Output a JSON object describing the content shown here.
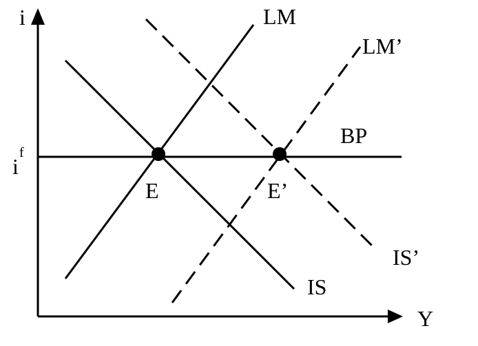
{
  "axes": {
    "y_label": "i",
    "x_label": "Y",
    "if_base": "i",
    "if_sup": "f"
  },
  "curves": {
    "lm": "LM",
    "lm_prime": "LM’",
    "is": "IS",
    "is_prime": "IS’",
    "bp": "BP"
  },
  "points": {
    "e": "E",
    "e_prime": "E’"
  },
  "style": {
    "line_color": "#000000",
    "background": "#ffffff"
  }
}
